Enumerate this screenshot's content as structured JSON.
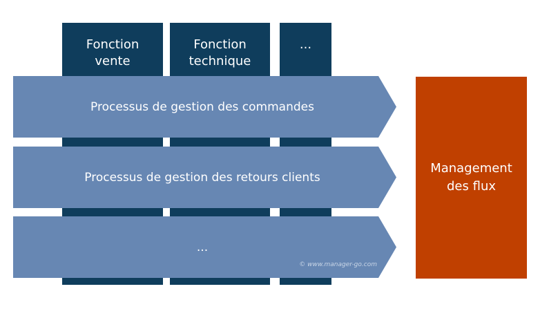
{
  "functions": [
    {
      "label": "Fonction\nvente"
    },
    {
      "label": "Fonction\ntechnique"
    },
    {
      "label": "..."
    }
  ],
  "processes": [
    {
      "label": "Processus de gestion des commandes"
    },
    {
      "label": "Processus de gestion des retours clients"
    },
    {
      "label": "..."
    }
  ],
  "flux": {
    "label": "Management\ndes flux"
  },
  "watermark": "© www.manager-go.com",
  "colors": {
    "function_column": "#0f3d5c",
    "process_arrow": "#6787b3",
    "flux_box": "#c04000"
  }
}
